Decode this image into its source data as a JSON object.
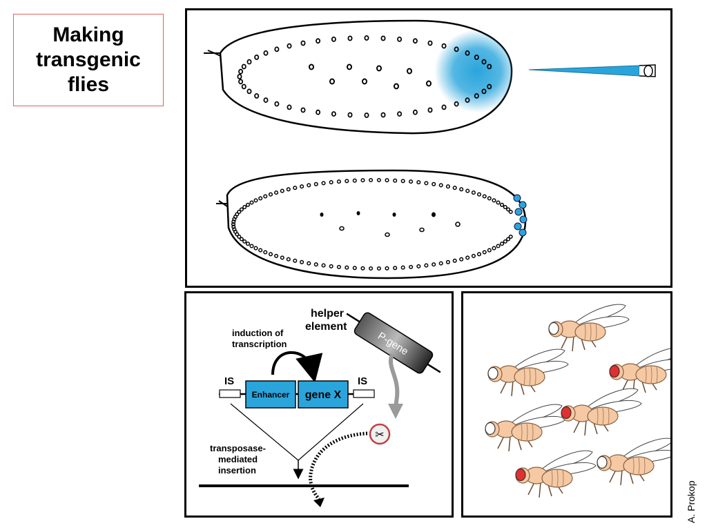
{
  "title": {
    "line1": "Making",
    "line2": "transgenic",
    "line3": "flies"
  },
  "credit": "A. Prokop",
  "construct": {
    "helper_line1": "helper",
    "helper_line2": "element",
    "p_gene": "P-gene",
    "induction_line1": "induction of",
    "induction_line2": "transcription",
    "is_left": "IS",
    "is_right": "IS",
    "enhancer": "Enhancer",
    "gene_x": "gene X",
    "insertion_line1": "transposase-",
    "insertion_line2": "mediated",
    "insertion_line3": "insertion"
  },
  "colors": {
    "injection_blue": "#2aa5dc",
    "frame": "#000000",
    "title_border": "#e06060",
    "fly_body": "#f4c9a3",
    "red_eye": "#e03030"
  }
}
